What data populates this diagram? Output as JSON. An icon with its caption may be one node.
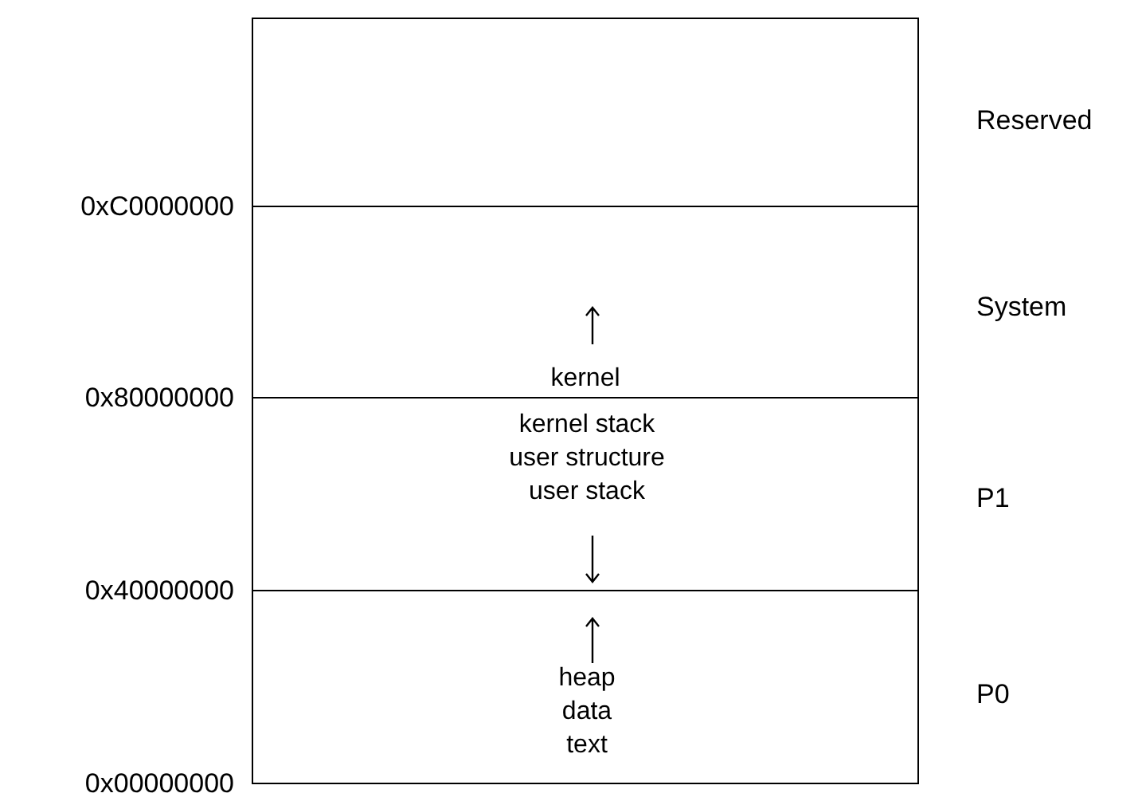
{
  "diagram": {
    "nodes": [
      {
        "text": [],
        "shape": "box",
        "beside": [
          "Reserved"
        ]
      },
      {
        "text": [
          "kernel"
        ],
        "beside": [
          "System"
        ]
      },
      {
        "text": [
          "kernel stack user structure user stack"
        ],
        "beside": [
          "P1"
        ]
      },
      {
        "text": [
          "heap data text"
        ],
        "beside": [
          "P0"
        ]
      }
    ],
    "edges": [],
    "labels": [
      "0xC0000000",
      "0x80000000",
      "0x40000000",
      "0x00000000"
    ]
  }
}
